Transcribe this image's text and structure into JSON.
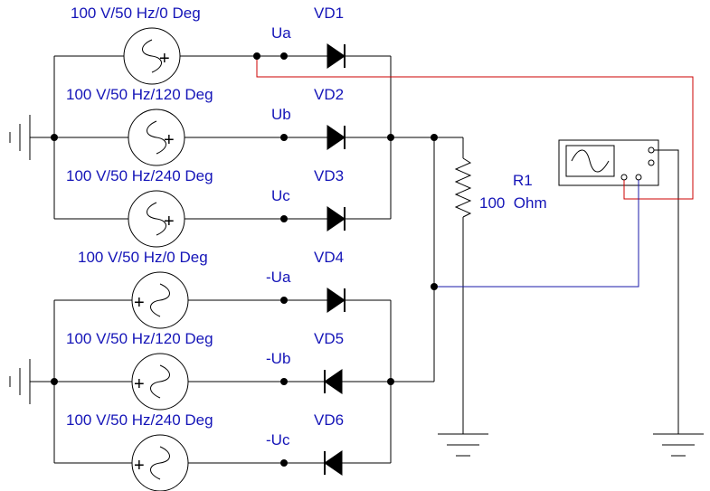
{
  "sources": [
    {
      "label": "100 V/50 Hz/0 Deg"
    },
    {
      "label": "100 V/50 Hz/120 Deg"
    },
    {
      "label": "100 V/50 Hz/240 Deg"
    },
    {
      "label": "100 V/50 Hz/0 Deg"
    },
    {
      "label": "100 V/50 Hz/120 Deg"
    },
    {
      "label": "100 V/50 Hz/240 Deg"
    }
  ],
  "nodes": [
    "Ua",
    "Ub",
    "Uc",
    "-Ua",
    "-Ub",
    "-Uc"
  ],
  "diodes": [
    "VD1",
    "VD2",
    "VD3",
    "VD4",
    "VD5",
    "VD6"
  ],
  "resistor": {
    "name": "R1",
    "value": "100  Ohm"
  },
  "colors": {
    "wire": "#000000",
    "label": "#1515b8",
    "probe_a": "#cc0000",
    "probe_b": "#1a1aa8"
  }
}
